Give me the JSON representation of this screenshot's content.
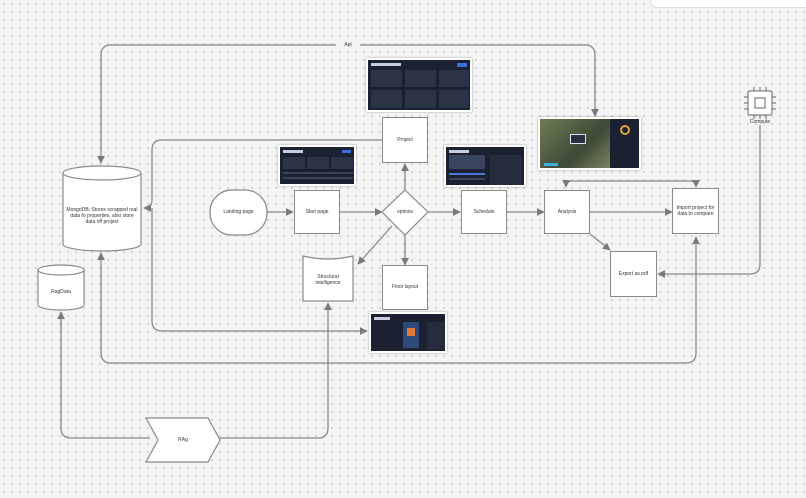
{
  "diagram": {
    "labels": {
      "api": "Api",
      "mongodb": "MongoDB: Stores scrapped real data fo properties, also store data off project",
      "ragdata": "RagData",
      "rag": "RAg",
      "landing": "Landing page",
      "start": "Start page",
      "options": "options",
      "project": "Project",
      "schedule": "Schedule",
      "analysis": "Analysis",
      "import": "Import project for data to compare",
      "export": "Export as pdf",
      "structural": "Structural intelligence",
      "floor": "Floor layout",
      "compute": "Compute"
    }
  }
}
